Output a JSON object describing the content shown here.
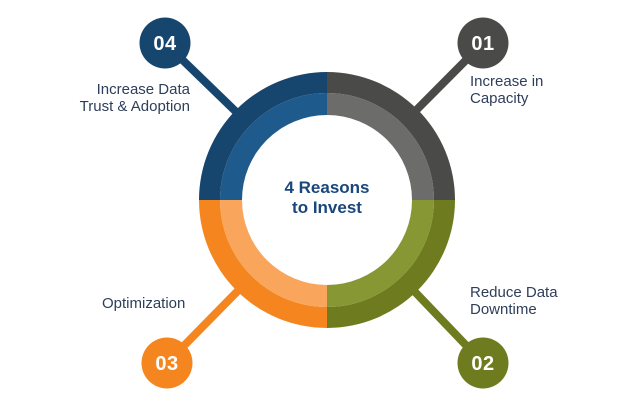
{
  "canvas": {
    "background": "#ffffff"
  },
  "center": {
    "title_lines": [
      "4 Reasons",
      "to Invest"
    ],
    "color": "#1b4679"
  },
  "label_color": "#2e3e5a",
  "number_text_color": "#ffffff",
  "items": [
    {
      "number": "01",
      "position": "top-right",
      "label_lines": [
        "Increase in",
        "Capacity"
      ],
      "color_dark": "#4a4a48",
      "color_light": "#6c6c6a"
    },
    {
      "number": "02",
      "position": "bottom-right",
      "label_lines": [
        "Reduce Data",
        "Downtime"
      ],
      "color_dark": "#6e7b1f",
      "color_light": "#879733"
    },
    {
      "number": "03",
      "position": "bottom-left",
      "label_lines": [
        "Optimization"
      ],
      "color_dark": "#f5851e",
      "color_light": "#f9a55c"
    },
    {
      "number": "04",
      "position": "top-left",
      "label_lines": [
        "Increase Data",
        "Trust & Adoption"
      ],
      "color_dark": "#16456d",
      "color_light": "#1e5a8c"
    }
  ]
}
